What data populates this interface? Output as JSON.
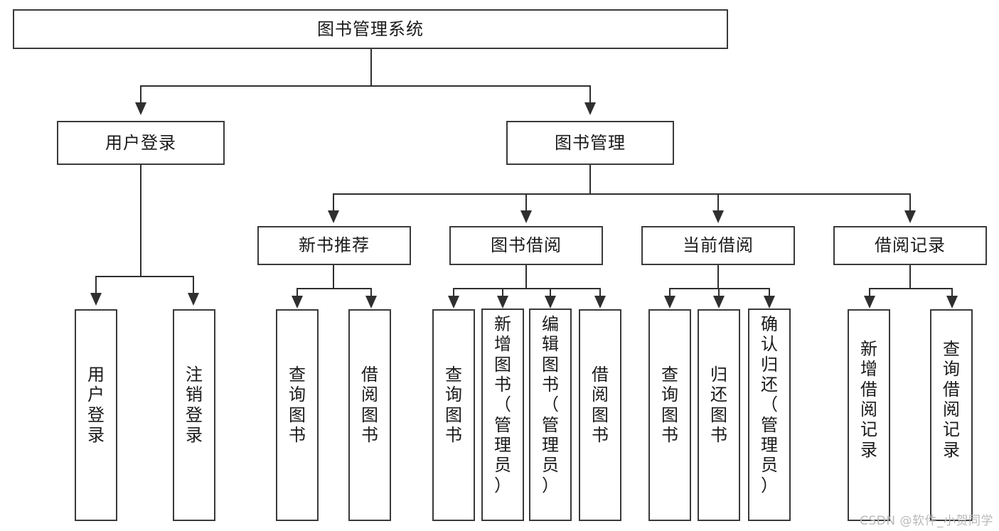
{
  "diagram": {
    "type": "tree",
    "title": "图书管理系统",
    "watermark": "CSDN @软件_小贺同学",
    "colors": {
      "box_border": "#3a3a3a",
      "connector": "#2f2f2f",
      "background": "#ffffff",
      "text": "#1a1a1a",
      "watermark": "#b9b9b9"
    },
    "root": {
      "label": "图书管理系统"
    },
    "level2": [
      {
        "label": "用户登录"
      },
      {
        "label": "图书管理"
      }
    ],
    "level3": [
      {
        "label": "新书推荐"
      },
      {
        "label": "图书借阅"
      },
      {
        "label": "当前借阅"
      },
      {
        "label": "借阅记录"
      }
    ],
    "leaves": {
      "user_login": [
        {
          "label": "用户登录",
          "chars": [
            "用",
            "户",
            "登",
            "录"
          ]
        },
        {
          "label": "注销登录",
          "chars": [
            "注",
            "销",
            "登",
            "录"
          ]
        }
      ],
      "new_book_recommend": [
        {
          "label": "查询图书",
          "chars": [
            "查",
            "询",
            "图",
            "书"
          ]
        },
        {
          "label": "借阅图书",
          "chars": [
            "借",
            "阅",
            "图",
            "书"
          ]
        }
      ],
      "book_borrow": [
        {
          "label": "查询图书",
          "chars": [
            "查",
            "询",
            "图",
            "书"
          ]
        },
        {
          "label": "新增图书（管理员）",
          "chars": [
            "新",
            "增",
            "图",
            "书",
            "（",
            "管",
            "理",
            "员",
            "）"
          ]
        },
        {
          "label": "编辑图书（管理员）",
          "chars": [
            "编",
            "辑",
            "图",
            "书",
            "（",
            "管",
            "理",
            "员",
            "）"
          ]
        },
        {
          "label": "借阅图书",
          "chars": [
            "借",
            "阅",
            "图",
            "书"
          ]
        }
      ],
      "current_borrow": [
        {
          "label": "查询图书",
          "chars": [
            "查",
            "询",
            "图",
            "书"
          ]
        },
        {
          "label": "归还图书",
          "chars": [
            "归",
            "还",
            "图",
            "书"
          ]
        },
        {
          "label": "确认归还（管理员）",
          "chars": [
            "确",
            "认",
            "归",
            "还",
            "（",
            "管",
            "理",
            "员",
            "）"
          ]
        }
      ],
      "borrow_record": [
        {
          "label": "新增借阅记录",
          "chars": [
            "新",
            "增",
            "借",
            "阅",
            "记",
            "录"
          ]
        },
        {
          "label": "查询借阅记录",
          "chars": [
            "查",
            "询",
            "借",
            "阅",
            "记",
            "录"
          ]
        }
      ]
    }
  }
}
